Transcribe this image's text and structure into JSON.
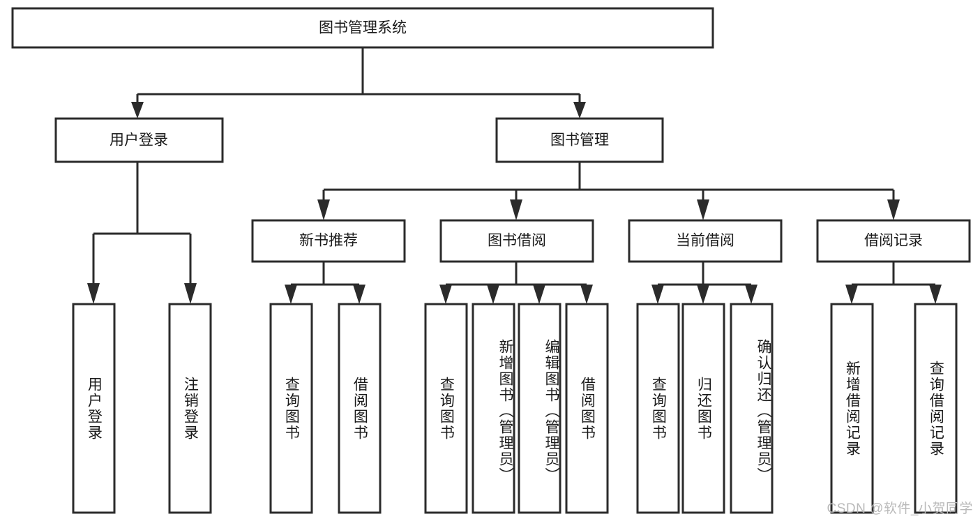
{
  "diagram": {
    "title": "图书管理系统",
    "type": "tree-hierarchy",
    "root": {
      "id": "root",
      "label": "图书管理系统"
    },
    "level2": [
      {
        "id": "user-login",
        "label": "用户登录"
      },
      {
        "id": "book-manage",
        "label": "图书管理"
      }
    ],
    "level3": [
      {
        "id": "new-book-recommend",
        "label": "新书推荐",
        "parent": "book-manage"
      },
      {
        "id": "book-borrow",
        "label": "图书借阅",
        "parent": "book-manage"
      },
      {
        "id": "current-borrow",
        "label": "当前借阅",
        "parent": "book-manage"
      },
      {
        "id": "borrow-record",
        "label": "借阅记录",
        "parent": "book-manage"
      }
    ],
    "leaves": [
      {
        "id": "leaf-user-login",
        "label": "用户登录",
        "parent": "user-login"
      },
      {
        "id": "leaf-logout-login",
        "label": "注销登录",
        "parent": "user-login"
      },
      {
        "id": "leaf-query-book-1",
        "label": "查询图书",
        "parent": "new-book-recommend"
      },
      {
        "id": "leaf-borrow-book-1",
        "label": "借阅图书",
        "parent": "new-book-recommend"
      },
      {
        "id": "leaf-query-book-2",
        "label": "查询图书",
        "parent": "book-borrow"
      },
      {
        "id": "leaf-add-book",
        "label": "新增图书（管理员）",
        "parent": "book-borrow"
      },
      {
        "id": "leaf-edit-book",
        "label": "编辑图书（管理员）",
        "parent": "book-borrow"
      },
      {
        "id": "leaf-borrow-book-2",
        "label": "借阅图书",
        "parent": "book-borrow"
      },
      {
        "id": "leaf-query-book-3",
        "label": "查询图书",
        "parent": "current-borrow"
      },
      {
        "id": "leaf-return-book",
        "label": "归还图书",
        "parent": "current-borrow"
      },
      {
        "id": "leaf-confirm-return",
        "label": "确认归还（管理员）",
        "parent": "current-borrow"
      },
      {
        "id": "leaf-add-record",
        "label": "新增借阅记录",
        "parent": "borrow-record"
      },
      {
        "id": "leaf-query-record",
        "label": "查询借阅记录",
        "parent": "borrow-record"
      }
    ]
  },
  "watermark": {
    "text": "CSDN @软件_小贺同学"
  },
  "colors": {
    "background": "#ffffff",
    "stroke": "#2b2b2b",
    "text": "#1a1a1a",
    "watermark": "#b9b9b9"
  }
}
